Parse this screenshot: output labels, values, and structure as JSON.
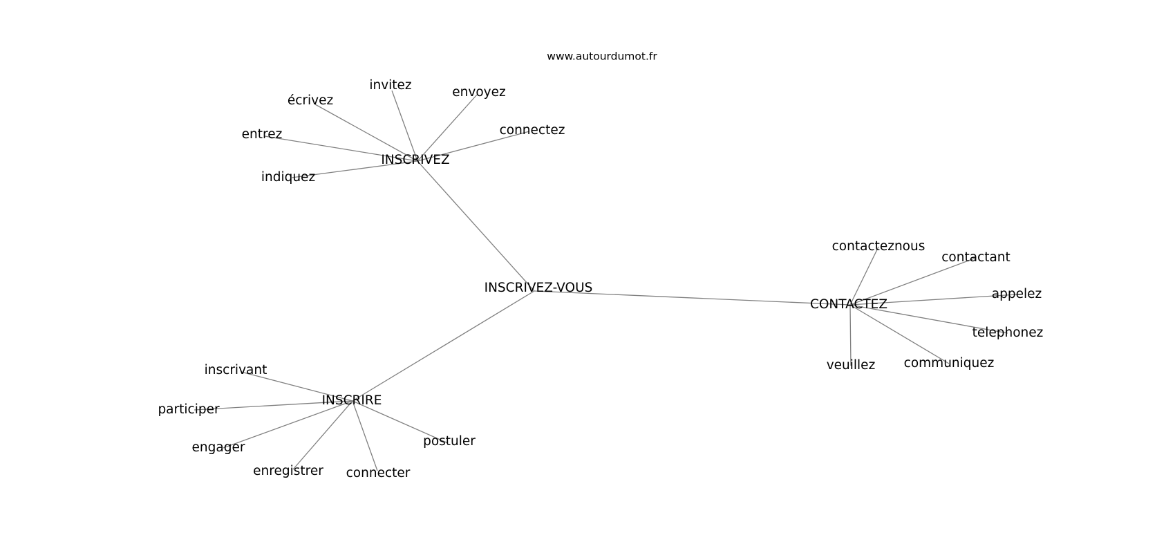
{
  "site": "www.autourdumot.fr",
  "diagram": {
    "center": "INSCRIVEZ-VOUS",
    "hubs": [
      {
        "label": "INSCRIVEZ",
        "words": [
          "écrivez",
          "invitez",
          "envoyez",
          "connectez",
          "entrez",
          "indiquez"
        ]
      },
      {
        "label": "INSCRIRE",
        "words": [
          "inscrivant",
          "participer",
          "engager",
          "enregistrer",
          "connecter",
          "postuler"
        ]
      },
      {
        "label": "CONTACTEZ",
        "words": [
          "contacteznous",
          "contactant",
          "appelez",
          "telephonez",
          "communiquez",
          "veuillez"
        ]
      }
    ]
  }
}
